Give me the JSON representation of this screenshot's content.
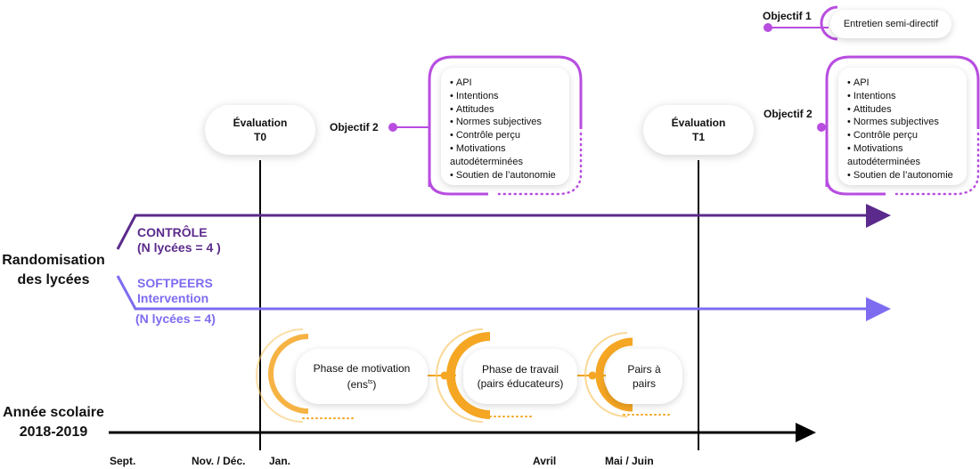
{
  "colors": {
    "control": "#5b2a8c",
    "intervention": "#7d6cf0",
    "objective": "#b84de0",
    "phase": "#f5a623",
    "timeline": "#000000"
  },
  "left_labels": {
    "randomisation": [
      "Randomisation",
      "des lycées"
    ],
    "school_year": [
      "Année scolaire",
      "2018-2019"
    ]
  },
  "groups": {
    "control": {
      "title": "CONTRÔLE",
      "count": "(N lycées = 4 )"
    },
    "intervention": {
      "title": "SOFTPEERS",
      "subtitle": "Intervention",
      "count": "(N lycées = 4)"
    }
  },
  "timeline": {
    "months": [
      "Sept.",
      "Nov. / Déc.",
      "Jan.",
      "Avril",
      "Mai / Juin"
    ]
  },
  "evaluations": [
    {
      "line1": "Évaluation",
      "line2": "T0"
    },
    {
      "line1": "Évaluation",
      "line2": "T1"
    }
  ],
  "objectives": {
    "obj1": {
      "label": "Objectif 1",
      "text": "Entretien semi-directif"
    },
    "obj2_label": "Objectif 2",
    "obj2_items": [
      "API",
      "Intentions",
      "Attitudes",
      "Normes subjectives",
      "Contrôle perçu",
      "Motivations autodéterminées",
      "Soutien de l’autonomie"
    ]
  },
  "phases": [
    {
      "text": "Phase de motivation",
      "text2": "(ens",
      "sup": "ts",
      "text2_end": ")"
    },
    {
      "text": "Phase de travail",
      "text2": "(pairs éducateurs)"
    },
    {
      "text": "Pairs à",
      "text2": "pairs"
    }
  ]
}
